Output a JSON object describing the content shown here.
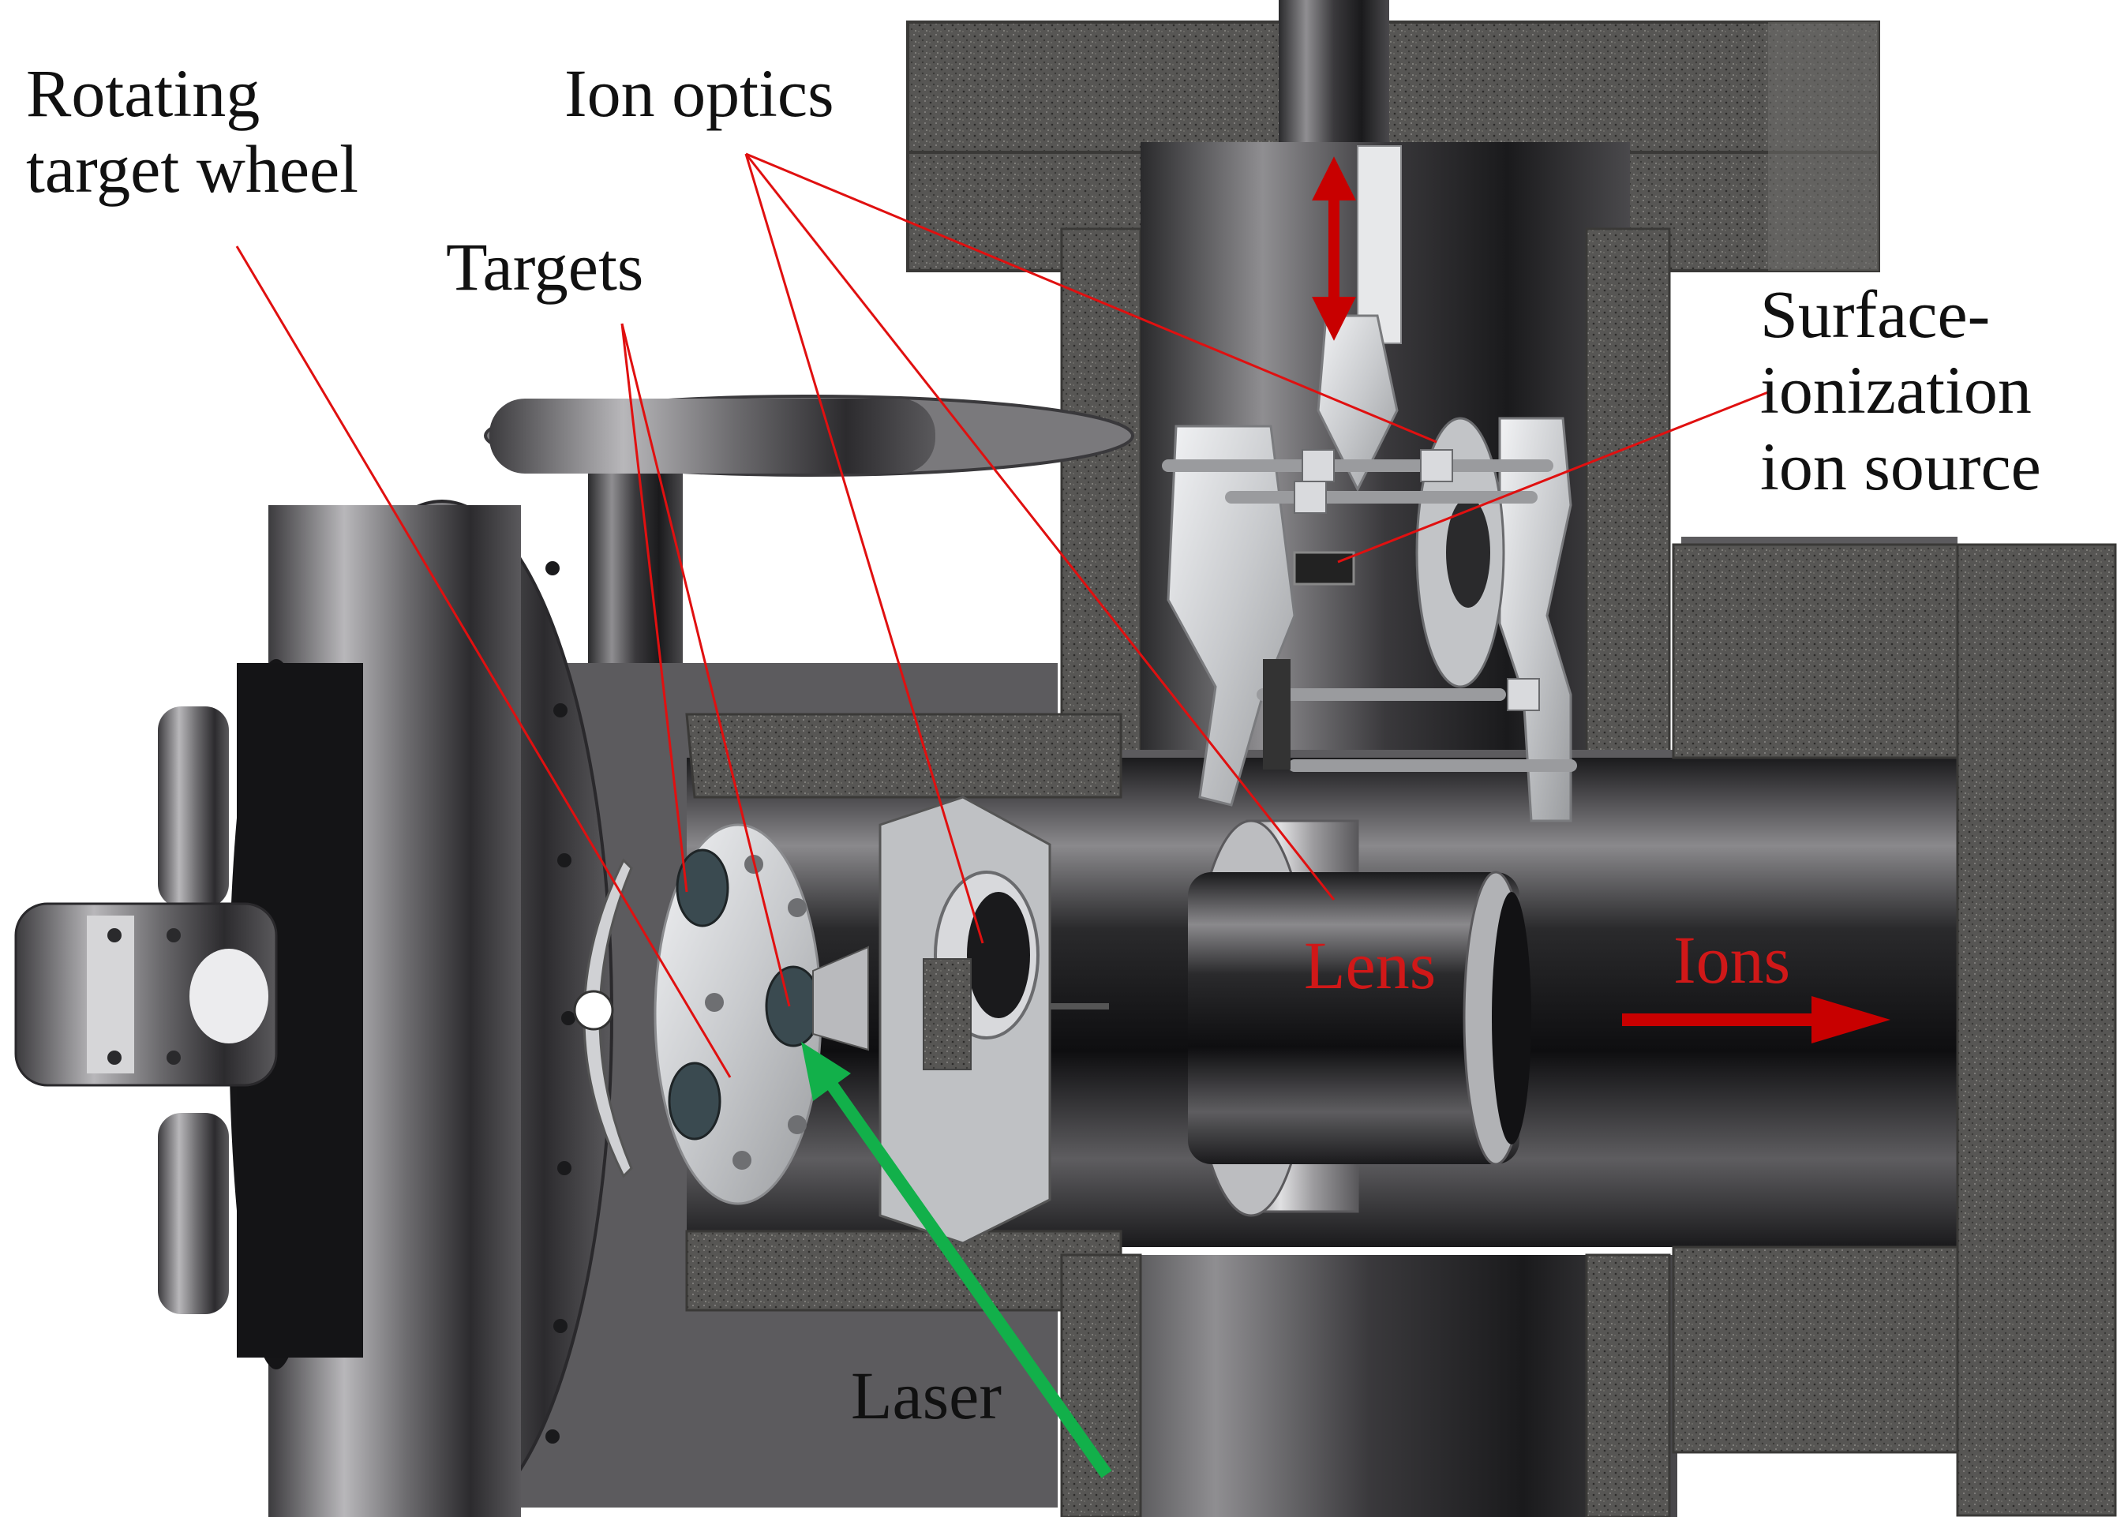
{
  "figure": {
    "labels": {
      "rotating_target_wheel": [
        "Rotating",
        "target wheel"
      ],
      "ion_optics": "Ion optics",
      "targets": "Targets",
      "surface_ionization": [
        "Surface-",
        "ionization",
        "ion source"
      ],
      "lens": "Lens",
      "ions": "Ions",
      "laser": "Laser"
    },
    "colors": {
      "annotation_line": "#e01010",
      "ion_arrow": "#c80000",
      "laser_beam": "#12b04a",
      "chamber_dark": "#1c1c1e",
      "chamber_steel": "#6b6a6c",
      "cut_surface": "#4a4a48",
      "flange_light": "#9a999b",
      "aluminum": "#d4d6da"
    },
    "icons": {
      "motion_arrow": "double-headed-vertical-arrow-icon",
      "ion_direction": "right-arrow-icon",
      "laser_direction": "diagonal-arrow-icon"
    }
  }
}
